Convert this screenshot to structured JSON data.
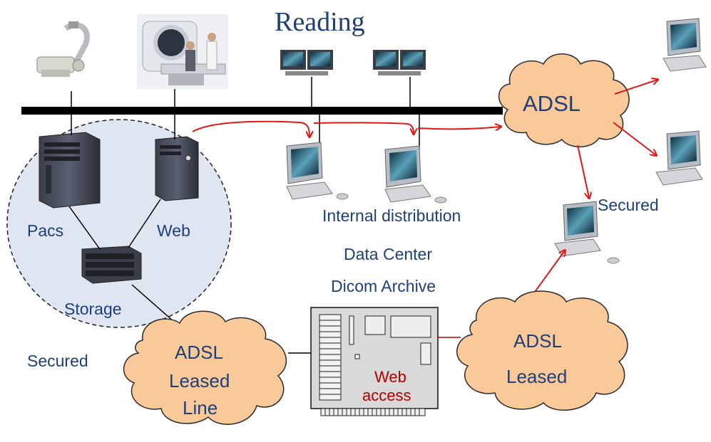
{
  "title": "Reading",
  "labels": {
    "pacs": "Pacs",
    "web": "Web",
    "storage": "Storage",
    "internal_distribution": "Internal distribution",
    "data_center": "Data Center",
    "dicom_archive": "Dicom  Archive",
    "secured_left": "Secured",
    "secured_right": "Secured"
  },
  "clouds": {
    "adsl_top": "ADSL",
    "adsl_leased_line": [
      "ADSL",
      "Leased",
      "Line"
    ],
    "adsl_leased": [
      "ADSL",
      "Leased"
    ]
  },
  "server_text": [
    "Web",
    "access"
  ],
  "colors": {
    "text": "#1f3f78",
    "cloud_fill": "#f9c99a",
    "cloud_stroke": "#2a2a2a",
    "arrow": "#e01818",
    "bus": "#000000",
    "secured_zone": "#dfe6f2"
  }
}
